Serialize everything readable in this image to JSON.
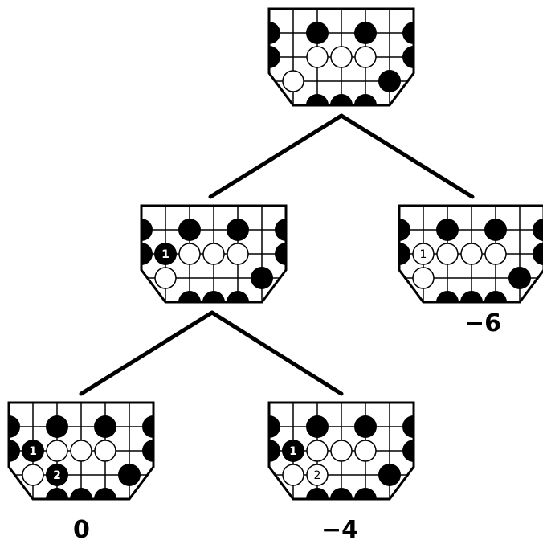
{
  "colors": {
    "line": "#000000",
    "board_bg": "#ffffff",
    "black_stone": "#000000",
    "white_stone": "#ffffff"
  },
  "nodes": [
    {
      "id": "root",
      "move_labels": [],
      "score": ""
    },
    {
      "id": "left-child",
      "move_labels": [
        "1"
      ],
      "score": ""
    },
    {
      "id": "right-child",
      "move_labels": [
        "1"
      ],
      "score": "−6"
    },
    {
      "id": "leaf-left",
      "move_labels": [
        "1",
        "2"
      ],
      "score": "0"
    },
    {
      "id": "leaf-right",
      "move_labels": [
        "1",
        "2"
      ],
      "score": "−4"
    }
  ]
}
